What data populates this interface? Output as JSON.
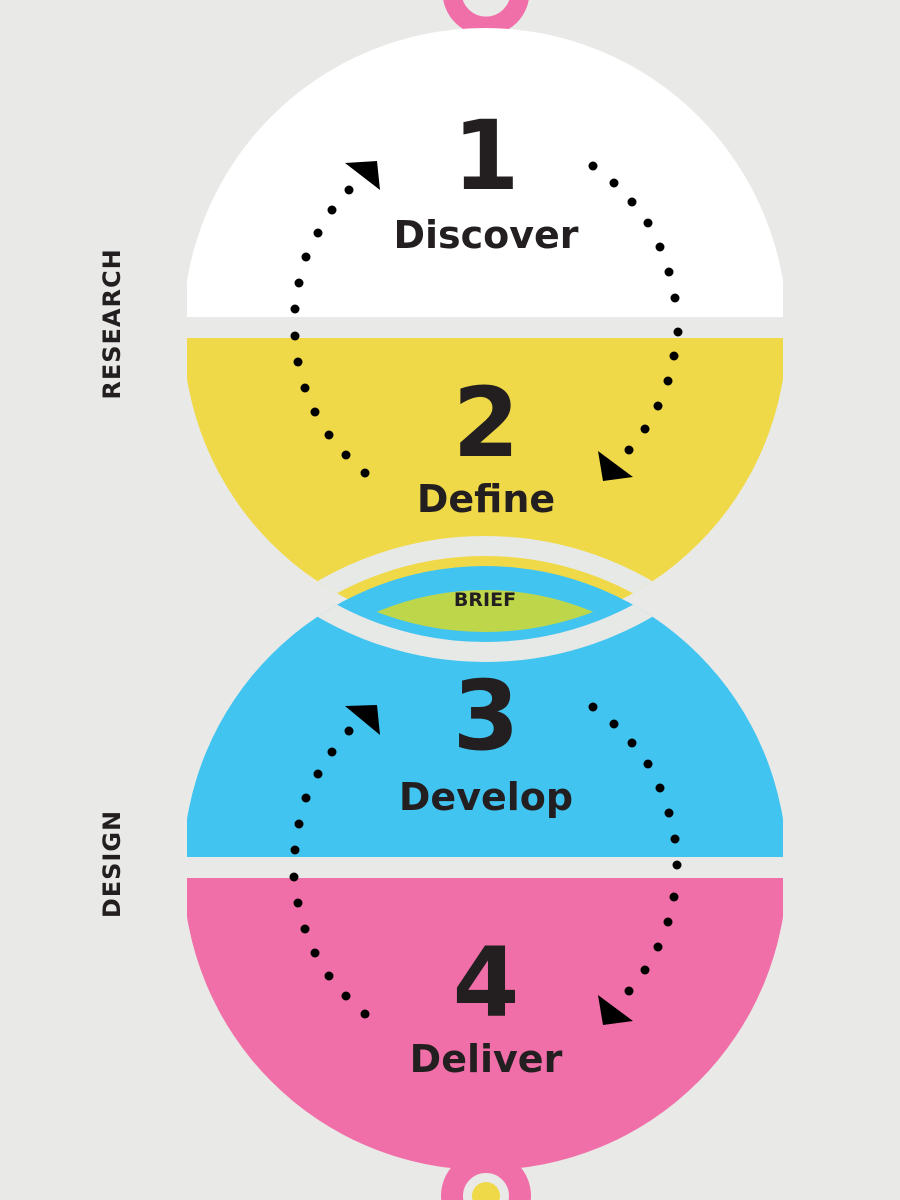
{
  "colors": {
    "background": "#e9e9e7",
    "discover": "#ffffff",
    "define": "#f0d948",
    "brief": "#bed74a",
    "develop": "#42c4f0",
    "deliver": "#f06fa8",
    "connector": "#f06fa8",
    "dot": "#f0d948",
    "text": "#231f20"
  },
  "side_labels": {
    "research": "RESEARCH",
    "design": "DESIGN"
  },
  "phases": [
    {
      "number": "1",
      "label": "Discover"
    },
    {
      "number": "2",
      "label": "Define"
    },
    {
      "number": "3",
      "label": "Develop"
    },
    {
      "number": "4",
      "label": "Deliver"
    }
  ],
  "brief": {
    "label": "BRIEF"
  }
}
